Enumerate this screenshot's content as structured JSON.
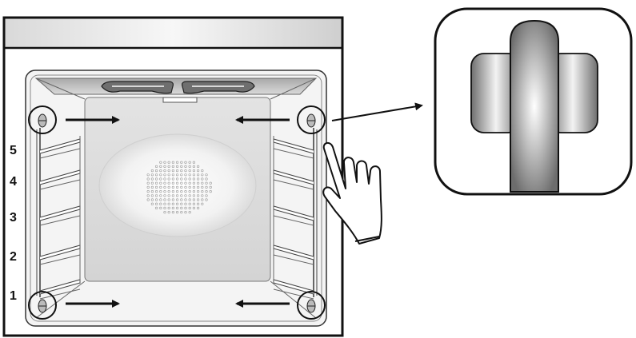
{
  "rack_levels": [
    "5",
    "4",
    "3",
    "2",
    "1"
  ],
  "icons": {
    "oven": "oven-cavity-icon",
    "hand": "pointing-hand-icon",
    "arrows": "arrow-icon",
    "detail": "rail-clip-detail-icon"
  },
  "colors": {
    "outline": "#111111",
    "grey_light": "#e6e6e6",
    "grey_mid": "#bdbdbd",
    "grey_dark": "#7a7a7a"
  }
}
